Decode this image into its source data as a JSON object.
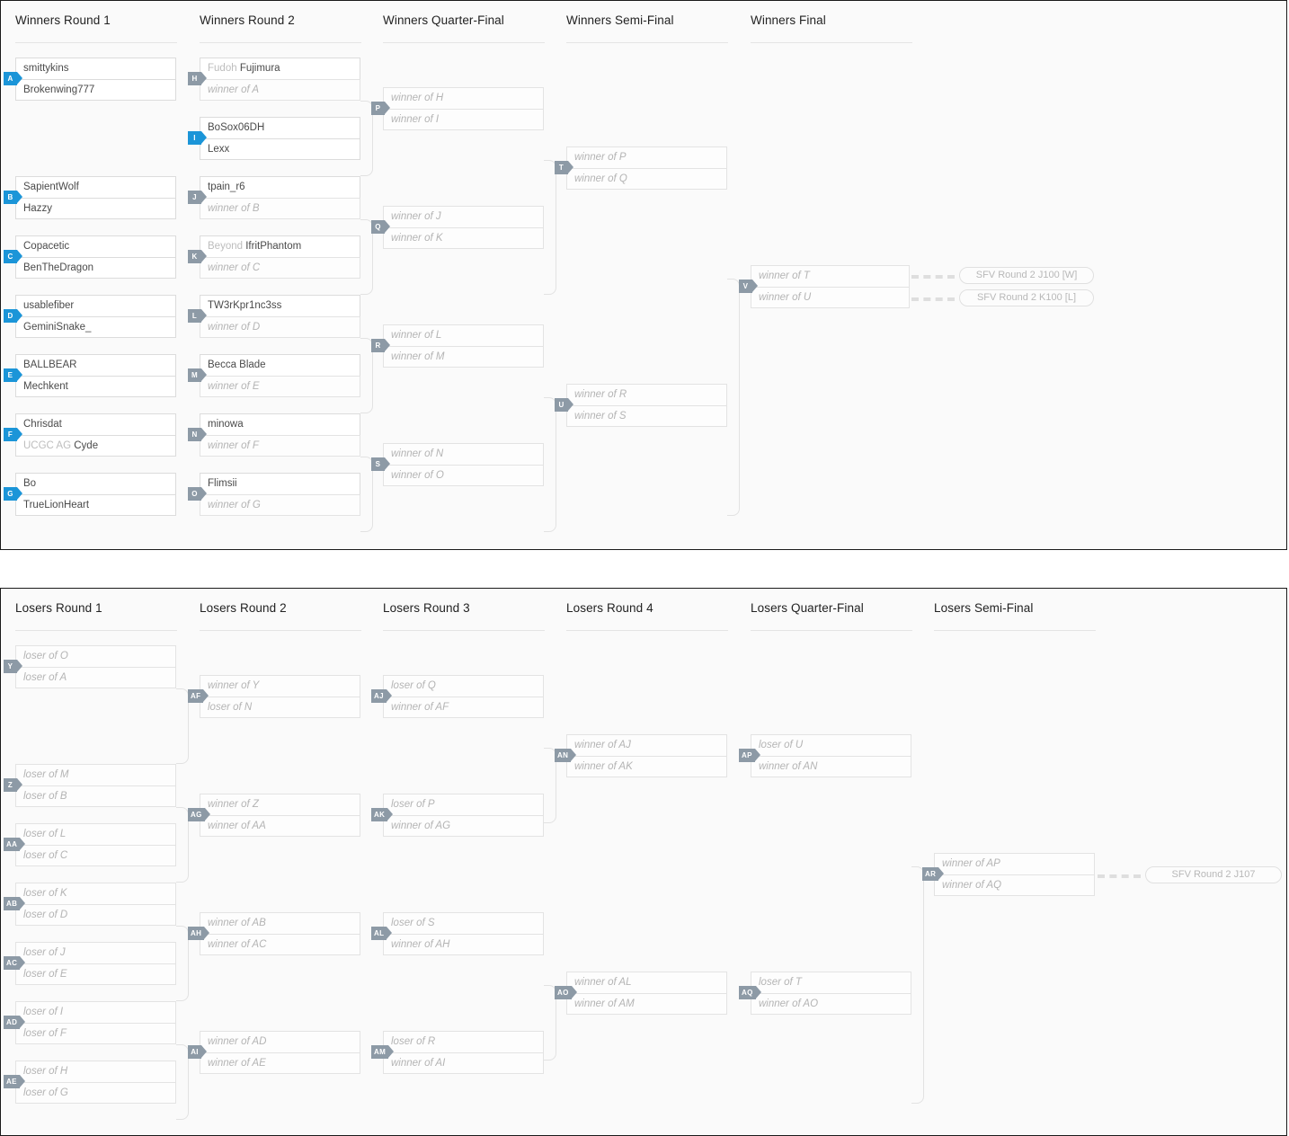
{
  "winners": {
    "columns": [
      {
        "label": "Winners Round 1"
      },
      {
        "label": "Winners Round 2"
      },
      {
        "label": "Winners Quarter-Final"
      },
      {
        "label": "Winners Semi-Final"
      },
      {
        "label": "Winners Final"
      }
    ],
    "matches": [
      {
        "id": "A",
        "badge": "A",
        "accent": "blue",
        "top": {
          "text": "smittykins",
          "tbd": false
        },
        "bottom": {
          "text": "Brokenwing777",
          "tbd": false
        }
      },
      {
        "id": "B",
        "badge": "B",
        "accent": "blue",
        "top": {
          "text": "SapientWolf",
          "tbd": false
        },
        "bottom": {
          "text": "Hazzy",
          "tbd": false
        }
      },
      {
        "id": "C",
        "badge": "C",
        "accent": "blue",
        "top": {
          "text": "Copacetic",
          "tbd": false
        },
        "bottom": {
          "text": "BenTheDragon",
          "tbd": false
        }
      },
      {
        "id": "D",
        "badge": "D",
        "accent": "blue",
        "top": {
          "text": "usablefiber",
          "tbd": false
        },
        "bottom": {
          "text": "GeminiSnake_",
          "tbd": false
        }
      },
      {
        "id": "E",
        "badge": "E",
        "accent": "blue",
        "top": {
          "text": "BALLBEAR",
          "tbd": false
        },
        "bottom": {
          "text": "Mechkent",
          "tbd": false
        }
      },
      {
        "id": "F",
        "badge": "F",
        "accent": "blue",
        "top": {
          "text": "Chrisdat",
          "tbd": false
        },
        "bottom": {
          "prefix": "UCGC AG",
          "text": "Cyde",
          "tbd": false
        }
      },
      {
        "id": "G",
        "badge": "G",
        "accent": "blue",
        "top": {
          "text": "Bo",
          "tbd": false
        },
        "bottom": {
          "text": "TrueLionHeart",
          "tbd": false
        }
      },
      {
        "id": "H",
        "badge": "H",
        "accent": "gray",
        "top": {
          "prefix": "Fudoh",
          "text": "Fujimura",
          "tbd": false
        },
        "bottom": {
          "text": "winner of A",
          "tbd": true
        }
      },
      {
        "id": "I",
        "badge": "I",
        "accent": "blue",
        "top": {
          "text": "BoSox06DH",
          "tbd": false
        },
        "bottom": {
          "text": "Lexx",
          "tbd": false
        }
      },
      {
        "id": "J",
        "badge": "J",
        "accent": "gray",
        "top": {
          "text": "tpain_r6",
          "tbd": false
        },
        "bottom": {
          "text": "winner of B",
          "tbd": true
        }
      },
      {
        "id": "K",
        "badge": "K",
        "accent": "gray",
        "top": {
          "prefix": "Beyond",
          "text": "IfritPhantom",
          "tbd": false
        },
        "bottom": {
          "text": "winner of C",
          "tbd": true
        }
      },
      {
        "id": "L",
        "badge": "L",
        "accent": "gray",
        "top": {
          "text": "TW3rKpr1nc3ss",
          "tbd": false
        },
        "bottom": {
          "text": "winner of D",
          "tbd": true
        }
      },
      {
        "id": "M",
        "badge": "M",
        "accent": "gray",
        "top": {
          "text": "Becca Blade",
          "tbd": false
        },
        "bottom": {
          "text": "winner of E",
          "tbd": true
        }
      },
      {
        "id": "N",
        "badge": "N",
        "accent": "gray",
        "top": {
          "text": "minowa",
          "tbd": false
        },
        "bottom": {
          "text": "winner of F",
          "tbd": true
        }
      },
      {
        "id": "O",
        "badge": "O",
        "accent": "gray",
        "top": {
          "text": "Flimsii",
          "tbd": false
        },
        "bottom": {
          "text": "winner of G",
          "tbd": true
        }
      },
      {
        "id": "P",
        "badge": "P",
        "accent": "gray",
        "top": {
          "text": "winner of H",
          "tbd": true
        },
        "bottom": {
          "text": "winner of I",
          "tbd": true
        }
      },
      {
        "id": "Q",
        "badge": "Q",
        "accent": "gray",
        "top": {
          "text": "winner of J",
          "tbd": true
        },
        "bottom": {
          "text": "winner of K",
          "tbd": true
        }
      },
      {
        "id": "R",
        "badge": "R",
        "accent": "gray",
        "top": {
          "text": "winner of L",
          "tbd": true
        },
        "bottom": {
          "text": "winner of M",
          "tbd": true
        }
      },
      {
        "id": "S",
        "badge": "S",
        "accent": "gray",
        "top": {
          "text": "winner of N",
          "tbd": true
        },
        "bottom": {
          "text": "winner of O",
          "tbd": true
        }
      },
      {
        "id": "T",
        "badge": "T",
        "accent": "gray",
        "top": {
          "text": "winner of P",
          "tbd": true
        },
        "bottom": {
          "text": "winner of Q",
          "tbd": true
        }
      },
      {
        "id": "U",
        "badge": "U",
        "accent": "gray",
        "top": {
          "text": "winner of R",
          "tbd": true
        },
        "bottom": {
          "text": "winner of S",
          "tbd": true
        }
      },
      {
        "id": "V",
        "badge": "V",
        "accent": "gray",
        "top": {
          "text": "winner of T",
          "tbd": true
        },
        "bottom": {
          "text": "winner of U",
          "tbd": true
        }
      }
    ],
    "placements": [
      {
        "id": "V-win",
        "label": "SFV Round 2 J100 [W]"
      },
      {
        "id": "V-los",
        "label": "SFV Round 2 K100 [L]"
      }
    ]
  },
  "losers": {
    "columns": [
      {
        "label": "Losers Round 1"
      },
      {
        "label": "Losers Round 2"
      },
      {
        "label": "Losers Round 3"
      },
      {
        "label": "Losers Round 4"
      },
      {
        "label": "Losers Quarter-Final"
      },
      {
        "label": "Losers Semi-Final"
      }
    ],
    "matches": [
      {
        "id": "Y",
        "badge": "Y",
        "accent": "gray",
        "top": {
          "text": "loser of O",
          "tbd": true
        },
        "bottom": {
          "text": "loser of A",
          "tbd": true
        }
      },
      {
        "id": "Z",
        "badge": "Z",
        "accent": "gray",
        "top": {
          "text": "loser of M",
          "tbd": true
        },
        "bottom": {
          "text": "loser of B",
          "tbd": true
        }
      },
      {
        "id": "AA",
        "badge": "AA",
        "accent": "gray",
        "top": {
          "text": "loser of L",
          "tbd": true
        },
        "bottom": {
          "text": "loser of C",
          "tbd": true
        }
      },
      {
        "id": "AB",
        "badge": "AB",
        "accent": "gray",
        "top": {
          "text": "loser of K",
          "tbd": true
        },
        "bottom": {
          "text": "loser of D",
          "tbd": true
        }
      },
      {
        "id": "AC",
        "badge": "AC",
        "accent": "gray",
        "top": {
          "text": "loser of J",
          "tbd": true
        },
        "bottom": {
          "text": "loser of E",
          "tbd": true
        }
      },
      {
        "id": "AD",
        "badge": "AD",
        "accent": "gray",
        "top": {
          "text": "loser of I",
          "tbd": true
        },
        "bottom": {
          "text": "loser of F",
          "tbd": true
        }
      },
      {
        "id": "AE",
        "badge": "AE",
        "accent": "gray",
        "top": {
          "text": "loser of H",
          "tbd": true
        },
        "bottom": {
          "text": "loser of G",
          "tbd": true
        }
      },
      {
        "id": "AF",
        "badge": "AF",
        "accent": "gray",
        "top": {
          "text": "winner of Y",
          "tbd": true
        },
        "bottom": {
          "text": "loser of N",
          "tbd": true
        }
      },
      {
        "id": "AG",
        "badge": "AG",
        "accent": "gray",
        "top": {
          "text": "winner of Z",
          "tbd": true
        },
        "bottom": {
          "text": "winner of AA",
          "tbd": true
        }
      },
      {
        "id": "AH",
        "badge": "AH",
        "accent": "gray",
        "top": {
          "text": "winner of AB",
          "tbd": true
        },
        "bottom": {
          "text": "winner of AC",
          "tbd": true
        }
      },
      {
        "id": "AI",
        "badge": "AI",
        "accent": "gray",
        "top": {
          "text": "winner of AD",
          "tbd": true
        },
        "bottom": {
          "text": "winner of AE",
          "tbd": true
        }
      },
      {
        "id": "AJ",
        "badge": "AJ",
        "accent": "gray",
        "top": {
          "text": "loser of Q",
          "tbd": true
        },
        "bottom": {
          "text": "winner of AF",
          "tbd": true
        }
      },
      {
        "id": "AK",
        "badge": "AK",
        "accent": "gray",
        "top": {
          "text": "loser of P",
          "tbd": true
        },
        "bottom": {
          "text": "winner of AG",
          "tbd": true
        }
      },
      {
        "id": "AL",
        "badge": "AL",
        "accent": "gray",
        "top": {
          "text": "loser of S",
          "tbd": true
        },
        "bottom": {
          "text": "winner of AH",
          "tbd": true
        }
      },
      {
        "id": "AM",
        "badge": "AM",
        "accent": "gray",
        "top": {
          "text": "loser of R",
          "tbd": true
        },
        "bottom": {
          "text": "winner of AI",
          "tbd": true
        }
      },
      {
        "id": "AN",
        "badge": "AN",
        "accent": "gray",
        "top": {
          "text": "winner of AJ",
          "tbd": true
        },
        "bottom": {
          "text": "winner of AK",
          "tbd": true
        }
      },
      {
        "id": "AO",
        "badge": "AO",
        "accent": "gray",
        "top": {
          "text": "winner of AL",
          "tbd": true
        },
        "bottom": {
          "text": "winner of AM",
          "tbd": true
        }
      },
      {
        "id": "AP",
        "badge": "AP",
        "accent": "gray",
        "top": {
          "text": "loser of U",
          "tbd": true
        },
        "bottom": {
          "text": "winner of AN",
          "tbd": true
        }
      },
      {
        "id": "AQ",
        "badge": "AQ",
        "accent": "gray",
        "top": {
          "text": "loser of T",
          "tbd": true
        },
        "bottom": {
          "text": "winner of AO",
          "tbd": true
        }
      },
      {
        "id": "AR",
        "badge": "AR",
        "accent": "gray",
        "top": {
          "text": "winner of AP",
          "tbd": true
        },
        "bottom": {
          "text": "winner of AQ",
          "tbd": true
        }
      }
    ],
    "placements": [
      {
        "id": "AR-win",
        "label": "SFV Round 2 J107"
      }
    ]
  },
  "colors": {
    "accent_blue": "#1b95d8",
    "accent_gray": "#8d9aa6",
    "box_border": "#dcdcdc",
    "tbd_text": "#b4b4b4",
    "panel_bg": "#fafafa"
  }
}
